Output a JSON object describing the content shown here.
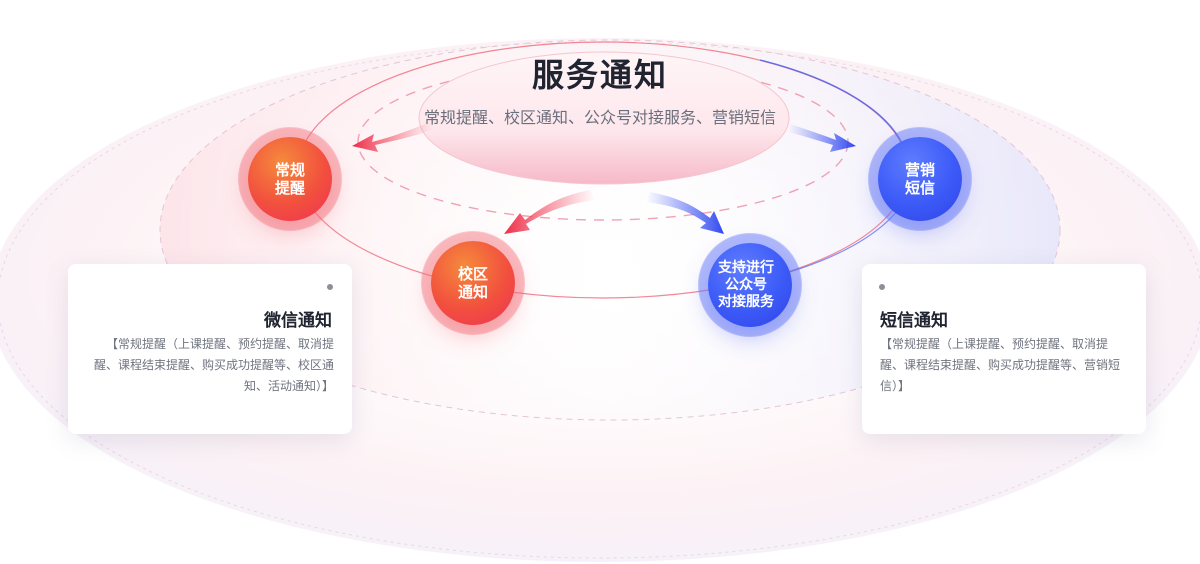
{
  "header": {
    "title": "服务通知",
    "subtitle": "常规提醒、校区通知、公众号对接服务、营销短信"
  },
  "nodes": [
    {
      "id": "regular",
      "lines": [
        "常规",
        "提醒"
      ],
      "theme": "red"
    },
    {
      "id": "campus",
      "lines": [
        "校区",
        "通知"
      ],
      "theme": "red"
    },
    {
      "id": "official",
      "lines": [
        "支持进行",
        "公众号",
        "对接服务"
      ],
      "theme": "blue"
    },
    {
      "id": "sms",
      "lines": [
        "营销",
        "短信"
      ],
      "theme": "blue"
    }
  ],
  "cards": {
    "wechat": {
      "title": "微信通知",
      "desc": "【常规提醒（上课提醒、预约提醒、取消提醒、课程结束提醒、购买成功提醒等、校区通知、活动通知）】"
    },
    "sms": {
      "title": "短信通知",
      "desc": "【常规提醒（上课提醒、预约提醒、取消提醒、课程结束提醒、购买成功提醒等、营销短信）】"
    }
  },
  "colors": {
    "red_accent": "#f03a4e",
    "blue_accent": "#3d55f2",
    "title_text": "#1f2430",
    "body_text": "#70747f"
  },
  "icons": {
    "arrows": [
      "arrow-left-red-icon",
      "arrow-down-left-red-icon",
      "arrow-down-right-blue-icon",
      "arrow-right-blue-icon"
    ],
    "card_dots": [
      "dot-icon"
    ]
  }
}
